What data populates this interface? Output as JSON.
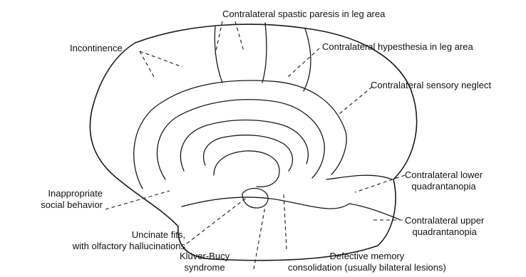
{
  "labels": {
    "incontinence": "Incontinence",
    "spastic_paresis": "Contralateral spastic paresis in leg area",
    "hypesthesia": "Contralateral hypesthesia in leg area",
    "sensory_neglect": "Contralateral sensory neglect",
    "lower_quadrantanopia": [
      "Contralateral lower",
      "quadrantanopia"
    ],
    "upper_quadrantanopia": [
      "Contralateral upper",
      "quadrantanopia"
    ],
    "social_behavior": [
      "Inappropriate",
      "social behavior"
    ],
    "uncinate_fits": [
      "Uncinate fits,",
      "with olfactory hallucinations"
    ],
    "kluver_bucy": [
      "Klüver-Bucy",
      "syndrome"
    ],
    "memory": [
      "Defective memory",
      "consolidation (usually bilateral lesions)"
    ]
  }
}
